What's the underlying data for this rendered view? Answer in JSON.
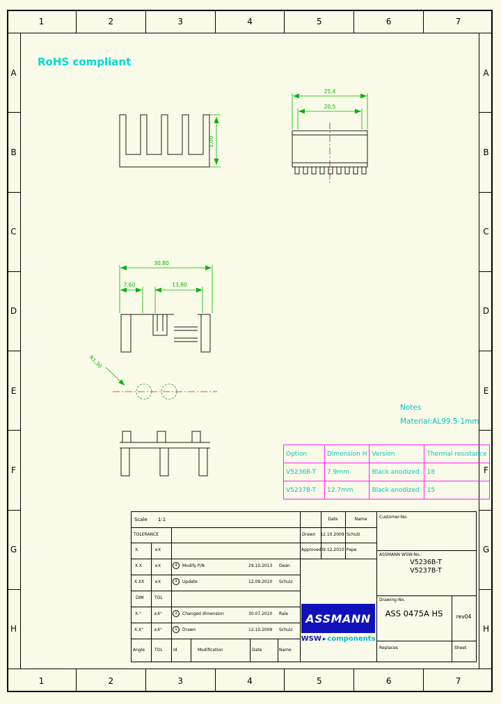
{
  "sheet": {
    "rohs": "RoHS compliant",
    "cols": [
      "1",
      "2",
      "3",
      "4",
      "5",
      "6",
      "7"
    ],
    "rows": [
      "A",
      "B",
      "C",
      "D",
      "E",
      "F",
      "G",
      "H"
    ]
  },
  "dims": {
    "front_thickness": "1,00",
    "side_overall": "25,4",
    "side_inner": "20,5",
    "plan_overall": "30,80",
    "plan_left": "7,60",
    "plan_mid": "13,80",
    "radius": "R1,30"
  },
  "notes": {
    "title": "Notes",
    "material": "Material:AL99.5-1mm"
  },
  "options_table": {
    "headers": [
      "Option",
      "Dimension H",
      "Version",
      "Thermal resistance"
    ],
    "rows": [
      [
        "V5236B-T",
        "7.9mm",
        "Black anodized",
        "18"
      ],
      [
        "V5237B-T",
        "12.7mm",
        "Black anodized",
        "15"
      ]
    ]
  },
  "title_block": {
    "scale_label": "Scale",
    "scale_value": "1:1",
    "tolerance_label": "TOLERANCE",
    "tol1_dim": "X.",
    "tol1_val": "±X",
    "tol2_dim": "X.X",
    "tol2_val": "±X",
    "tol3_dim": "X.XX",
    "tol3_val": "±X",
    "dim_label": "DIM",
    "dim_tol": "TOL",
    "ang1_dim": "X.°",
    "ang1_val": "±X°",
    "ang2_dim": "X.X°",
    "ang2_val": "±X°",
    "angle_label": "Angle",
    "angle_tol": "TOL",
    "id_label": "Id",
    "modification_label": "Modification",
    "date_label": "Date",
    "name_label": "Name",
    "date_header": "Date",
    "name_header": "Name",
    "drawn_label": "Drawn",
    "drawn_date": "12.10.2009",
    "drawn_name": "Schulz",
    "approved_label": "Approved",
    "approved_date": "09.12.2010",
    "approved_name": "Pape",
    "history": [
      {
        "num": "4",
        "desc": "Modify P/N",
        "date": "29.10.2013",
        "name": "Dean"
      },
      {
        "num": "3",
        "desc": "Update",
        "date": "12.09.2010",
        "name": "Schulz"
      },
      {
        "num": "2",
        "desc": "Changed dimension",
        "date": "30.07.2010",
        "name": "Rale"
      },
      {
        "num": "1",
        "desc": "Drawn",
        "date": "12.10.2009",
        "name": "Schulz"
      }
    ],
    "customer_label": "Customer-No.",
    "assmann_no_label": "ASSMANN WSW-No.:",
    "part_no_1": "V5236B-T",
    "part_no_2": "V5237B-T",
    "drawing_no_label": "Drawing-No.",
    "drawing_no": "ASS 0475A HS",
    "revision": "rev04",
    "replaces_label": "Replaces",
    "sheet_label": "Sheet",
    "logo_main": "ASSMANN",
    "logo_wsw": "WSW",
    "logo_components": "components"
  },
  "colors": {
    "dimension_green": "#00b400",
    "cyan_text": "#00c4c4",
    "table_magenta": "#ff22ff",
    "centerline_red": "#a03030",
    "logo_blue": "#1111bb",
    "sheet_background": "#fafae8"
  }
}
